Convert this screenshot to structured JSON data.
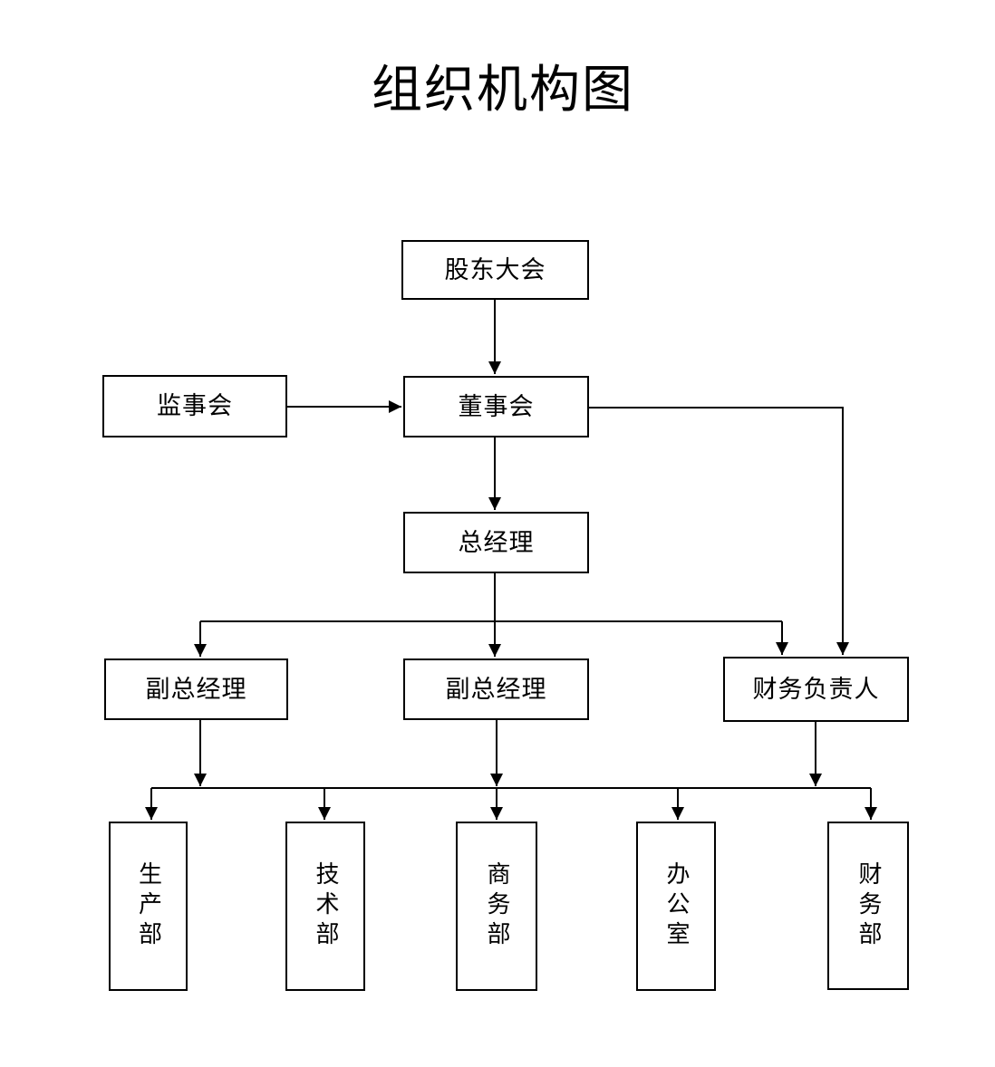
{
  "title": "组织机构图",
  "nodes": {
    "shareholders": {
      "label": "股东大会"
    },
    "supervisory": {
      "label": "监事会"
    },
    "board": {
      "label": "董事会"
    },
    "general_manager": {
      "label": "总经理"
    },
    "deputy_gm_1": {
      "label": "副总经理"
    },
    "deputy_gm_2": {
      "label": "副总经理"
    },
    "finance_head": {
      "label": "财务负责人"
    },
    "production_dept": {
      "label": "生产部"
    },
    "technology_dept": {
      "label": "技术部"
    },
    "commerce_dept": {
      "label": "商务部"
    },
    "office": {
      "label": "办公室"
    },
    "finance_dept": {
      "label": "财务部"
    }
  },
  "edges": [
    {
      "from": "shareholders",
      "to": "board",
      "arrow": true
    },
    {
      "from": "supervisory",
      "to": "board",
      "arrow": true
    },
    {
      "from": "board",
      "to": "general_manager",
      "arrow": true
    },
    {
      "from": "board",
      "to": "finance_head",
      "arrow": true
    },
    {
      "from": "general_manager",
      "to": "deputy_gm_1",
      "arrow": true
    },
    {
      "from": "general_manager",
      "to": "deputy_gm_2",
      "arrow": true
    },
    {
      "from": "general_manager",
      "to": "finance_head",
      "arrow": true
    },
    {
      "from": "deputy_gm_1",
      "to": "department-rail",
      "arrow": true
    },
    {
      "from": "deputy_gm_2",
      "to": "department-rail",
      "arrow": true
    },
    {
      "from": "finance_head",
      "to": "department-rail",
      "arrow": true
    },
    {
      "from": "department-rail",
      "to": "production_dept",
      "arrow": true
    },
    {
      "from": "department-rail",
      "to": "technology_dept",
      "arrow": true
    },
    {
      "from": "department-rail",
      "to": "commerce_dept",
      "arrow": true
    },
    {
      "from": "department-rail",
      "to": "office",
      "arrow": true
    },
    {
      "from": "department-rail",
      "to": "finance_dept",
      "arrow": true
    }
  ],
  "colors": {
    "line": "#000000",
    "border": "#000000",
    "text": "#000000",
    "background": "#ffffff"
  }
}
